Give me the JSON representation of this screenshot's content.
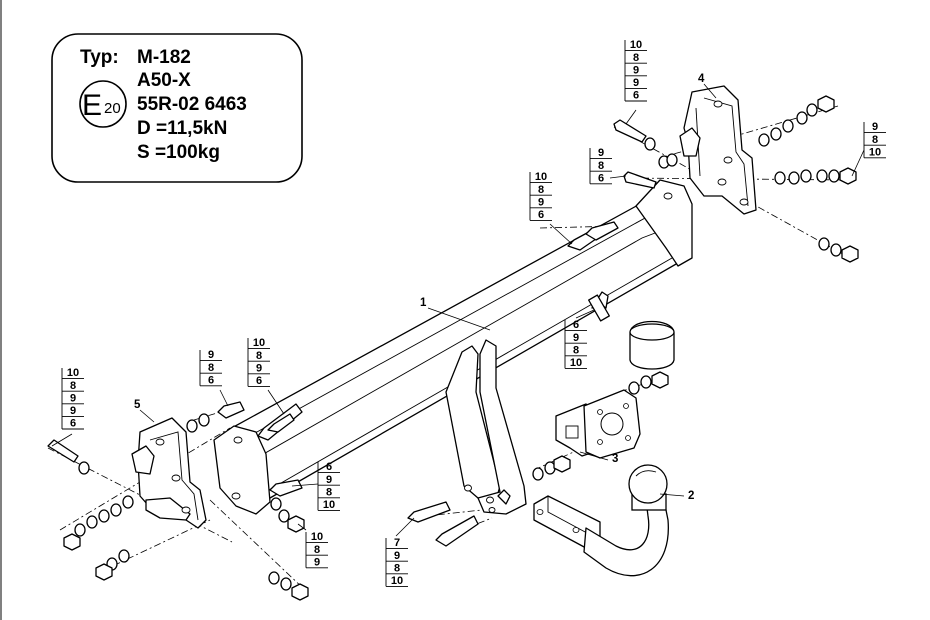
{
  "spec_box": {
    "type_label": "Typ:",
    "type_value": "M-182",
    "class": "A50-X",
    "approval_mark": "E",
    "approval_country": "20",
    "approval_number": "55R-02 6463",
    "d_value": "D =11,5kN",
    "s_value": "S =100kg"
  },
  "part_labels": {
    "p1": "1",
    "p2": "2",
    "p3": "3",
    "p4": "4",
    "p5": "5"
  },
  "callouts": [
    {
      "id": "top-left-bolt",
      "items": [
        "10",
        "8",
        "9",
        "9",
        "6"
      ]
    },
    {
      "id": "top-center-bolt",
      "items": [
        "9",
        "8",
        "6"
      ]
    },
    {
      "id": "upper-mid-bolt",
      "items": [
        "10",
        "8",
        "9",
        "6"
      ]
    },
    {
      "id": "right-nut",
      "items": [
        "9",
        "8",
        "10"
      ]
    },
    {
      "id": "center-bolt",
      "items": [
        "6",
        "9",
        "8",
        "10"
      ]
    },
    {
      "id": "left-end-bolt",
      "items": [
        "10",
        "8",
        "9",
        "9",
        "6"
      ]
    },
    {
      "id": "left-bolt-a",
      "items": [
        "9",
        "8",
        "6"
      ]
    },
    {
      "id": "left-bolt-b",
      "items": [
        "10",
        "8",
        "9",
        "6"
      ]
    },
    {
      "id": "lower-bolt",
      "items": [
        "6",
        "9",
        "8",
        "10"
      ]
    },
    {
      "id": "lower-nut",
      "items": [
        "10",
        "8",
        "9"
      ]
    },
    {
      "id": "bottom-bolt",
      "items": [
        "7",
        "9",
        "8",
        "10"
      ]
    }
  ]
}
